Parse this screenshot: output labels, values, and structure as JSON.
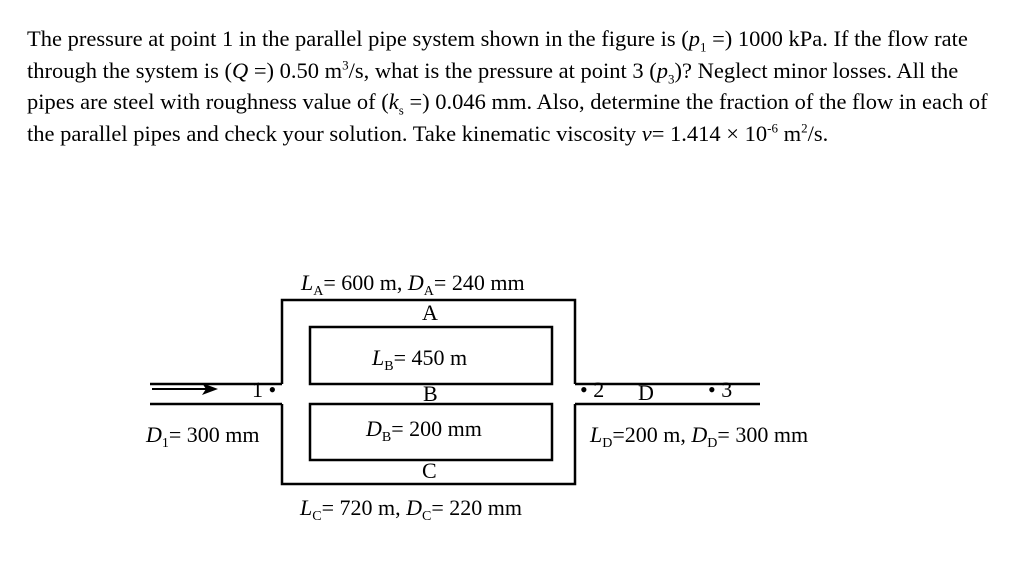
{
  "problem": {
    "s1": "The pressure at point 1 in the parallel pipe system shown in the figure is (",
    "p": "p",
    "one": "1",
    "s2": " =) 1000 kPa.  If the flow rate through the system is (",
    "Q": "Q",
    "s3": " =) 0.50 m",
    "cube": "3",
    "s4": "/s, what is the pressure at point 3 (",
    "p3": "p",
    "three": "3",
    "s5": ")?  Neglect minor losses.  All the pipes are steel with roughness value of (",
    "k": "k",
    "ks": "s",
    "s6": " =) 0.046 mm.  Also, determine the fraction of the flow in each of the parallel pipes and check your solution.  Take kinematic viscosity ",
    "nu": "ν",
    "s7": "= 1.414 × 10",
    "exp": "-6",
    "s8": " m",
    "sq": "2",
    "s9": "/s."
  },
  "figure": {
    "pipeA": {
      "L": "L",
      "Lsub": "A",
      "Lval": "= 600 m, ",
      "D": "D",
      "Dsub": "A",
      "Dval": "= 240 mm",
      "label": "A"
    },
    "pipeB": {
      "L": "L",
      "Lsub": "B",
      "Lval": "= 450 m",
      "label": "B",
      "D": "D",
      "Dsub": "B",
      "Dval": "= 200 mm"
    },
    "pipeC": {
      "label": "C",
      "L": "L",
      "Lsub": "C",
      "Lval": "= 720 m, ",
      "D": "D",
      "Dsub": "C",
      "Dval": "= 220 mm"
    },
    "pipeD": {
      "label": "D",
      "L": "L",
      "Lsub": "D",
      "Lval": "=200 m, ",
      "D": "D",
      "Dsub": "D",
      "Dval": "= 300 mm"
    },
    "inlet": {
      "D": "D",
      "Dsub": "1",
      "Dval": "= 300 mm"
    },
    "points": {
      "p1": "1 •",
      "p2": "• 2",
      "p3": "• 3"
    }
  }
}
